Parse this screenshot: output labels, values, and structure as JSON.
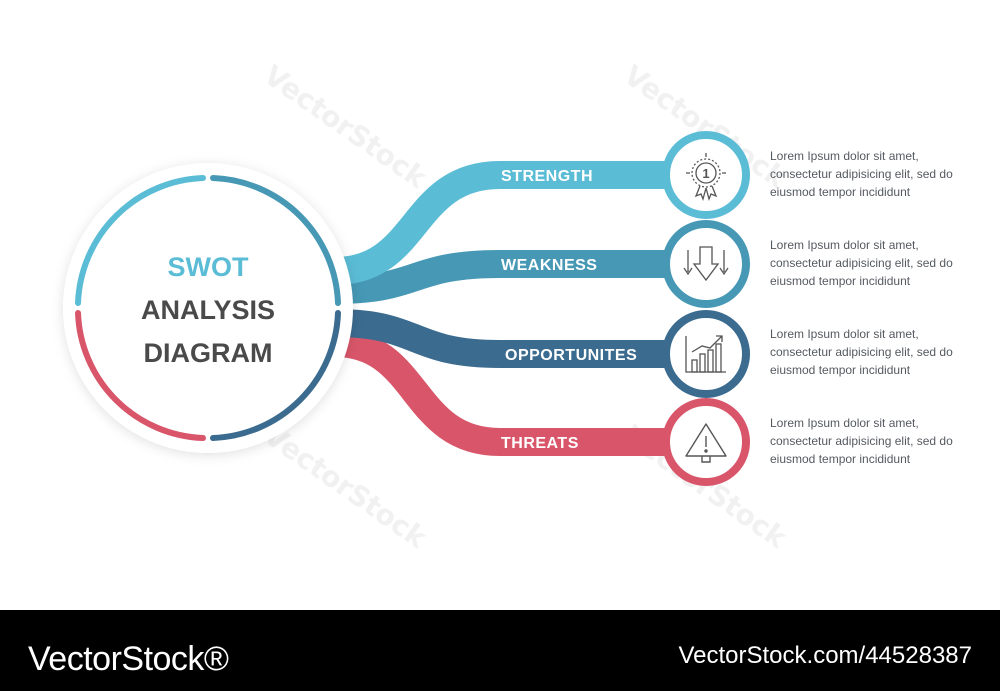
{
  "title": {
    "line1": "SWOT",
    "line2": "ANALYSIS",
    "line3": "DIAGRAM"
  },
  "colors": {
    "strength": "#5bbcd6",
    "weakness": "#4698b5",
    "opportunities": "#3b6b8f",
    "threats": "#d9566a",
    "title_accent": "#5bbcd6",
    "title_dark": "#4a4a4a"
  },
  "items": [
    {
      "label": "STRENGTH",
      "icon": "medal-icon",
      "description": "Lorem Ipsum dolor sit amet, consectetur adipisicing elit, sed do eiusmod tempor incididunt"
    },
    {
      "label": "WEAKNESS",
      "icon": "down-arrows-icon",
      "description": "Lorem Ipsum dolor sit amet, consectetur adipisicing elit, sed do eiusmod tempor incididunt"
    },
    {
      "label": "OPPORTUNITES",
      "icon": "growth-chart-icon",
      "description": "Lorem Ipsum dolor sit amet, consectetur adipisicing elit, sed do eiusmod tempor incididunt"
    },
    {
      "label": "THREATS",
      "icon": "warning-triangle-icon",
      "description": "Lorem Ipsum dolor sit amet, consectetur adipisicing elit, sed do eiusmod tempor incididunt"
    }
  ],
  "watermark": "VectorStock",
  "footer": {
    "brand": "VectorStock®",
    "reference": "VectorStock.com/44528387"
  }
}
